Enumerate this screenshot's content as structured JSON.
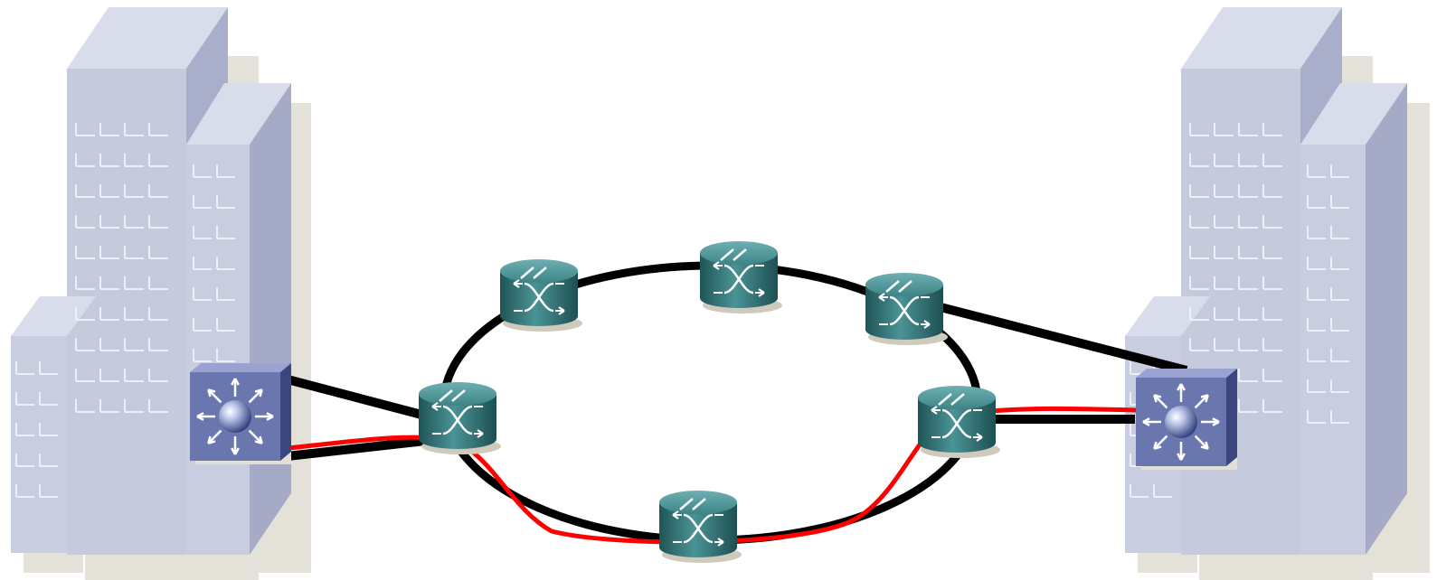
{
  "diagram": {
    "type": "network-topology",
    "sites": [
      {
        "id": "site-left",
        "icon": "office-building-icon"
      },
      {
        "id": "site-right",
        "icon": "office-building-icon"
      }
    ],
    "edge_switches": [
      {
        "id": "multilayer-switch-left",
        "icon": "multilayer-switch-icon",
        "site": "site-left"
      },
      {
        "id": "multilayer-switch-right",
        "icon": "multilayer-switch-icon",
        "site": "site-right"
      }
    ],
    "ring_nodes": [
      {
        "id": "ring-node-1",
        "icon": "atm-switch-icon"
      },
      {
        "id": "ring-node-2",
        "icon": "atm-switch-icon"
      },
      {
        "id": "ring-node-3",
        "icon": "atm-switch-icon"
      },
      {
        "id": "ring-node-4",
        "icon": "atm-switch-icon"
      },
      {
        "id": "ring-node-5",
        "icon": "atm-switch-icon"
      },
      {
        "id": "ring-node-6",
        "icon": "atm-switch-icon"
      }
    ],
    "links": [
      {
        "from": "multilayer-switch-left",
        "to": "ring-node-1",
        "color": "#000000"
      },
      {
        "from": "multilayer-switch-left",
        "to": "ring-node-1",
        "color": "#000000"
      },
      {
        "from": "ring-node-3",
        "to": "multilayer-switch-right",
        "color": "#000000"
      },
      {
        "from": "ring-node-5",
        "to": "multilayer-switch-right",
        "color": "#000000"
      }
    ],
    "highlighted_path": {
      "color": "#ff0000",
      "hops": [
        "multilayer-switch-left",
        "ring-node-1",
        "ring-node-6",
        "ring-node-5",
        "multilayer-switch-right"
      ]
    },
    "colors": {
      "building_front": "#c3c8dc",
      "building_side": "#a7aec9",
      "building_top": "#d9dcea",
      "building_shadow": "#e4e1d8",
      "ring_node": "#3a7f82",
      "edge_switch": "#6470a8",
      "ring_link": "#000000",
      "path": "#ff0000"
    }
  }
}
